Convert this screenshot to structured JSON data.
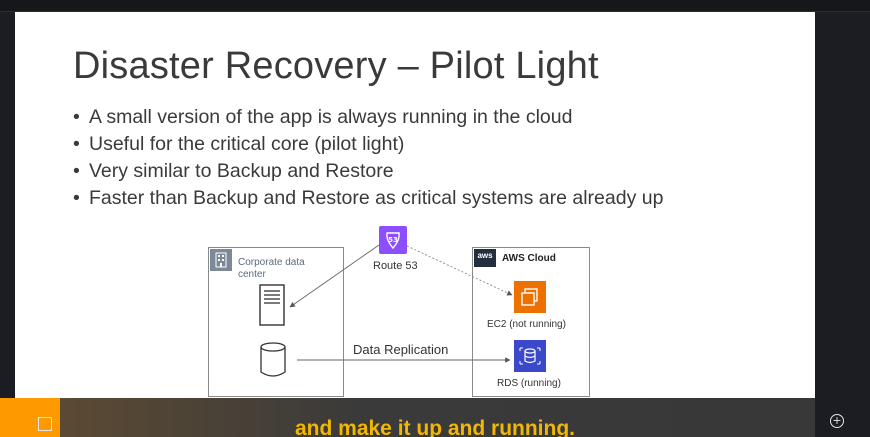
{
  "slide": {
    "title": "Disaster Recovery – Pilot Light",
    "bullets": [
      "A small version of the app is always running in the cloud",
      "Useful for the critical core (pilot light)",
      "Very similar to Backup and Restore",
      "Faster than Backup and Restore as critical systems are already up"
    ]
  },
  "diagram": {
    "corporate_label": "Corporate data center",
    "aws_badge": "aws",
    "aws_label": "AWS Cloud",
    "route53_label": "Route 53",
    "ec2_label": "EC2 (not running)",
    "rds_label": "RDS (running)",
    "replication_label": "Data Replication",
    "icons": {
      "route53": "route53-icon",
      "ec2": "ec2-icon",
      "rds": "rds-icon",
      "server": "server-icon",
      "database": "database-icon",
      "building": "building-icon"
    },
    "colors": {
      "route53": "#8c4fff",
      "ec2": "#ed7100",
      "rds": "#3b48cc",
      "aws_dark": "#232f3e"
    }
  },
  "caption": {
    "text": "and make it up and running."
  },
  "player": {
    "plus_glyph": "+",
    "expand_icon": "expand-icon"
  }
}
